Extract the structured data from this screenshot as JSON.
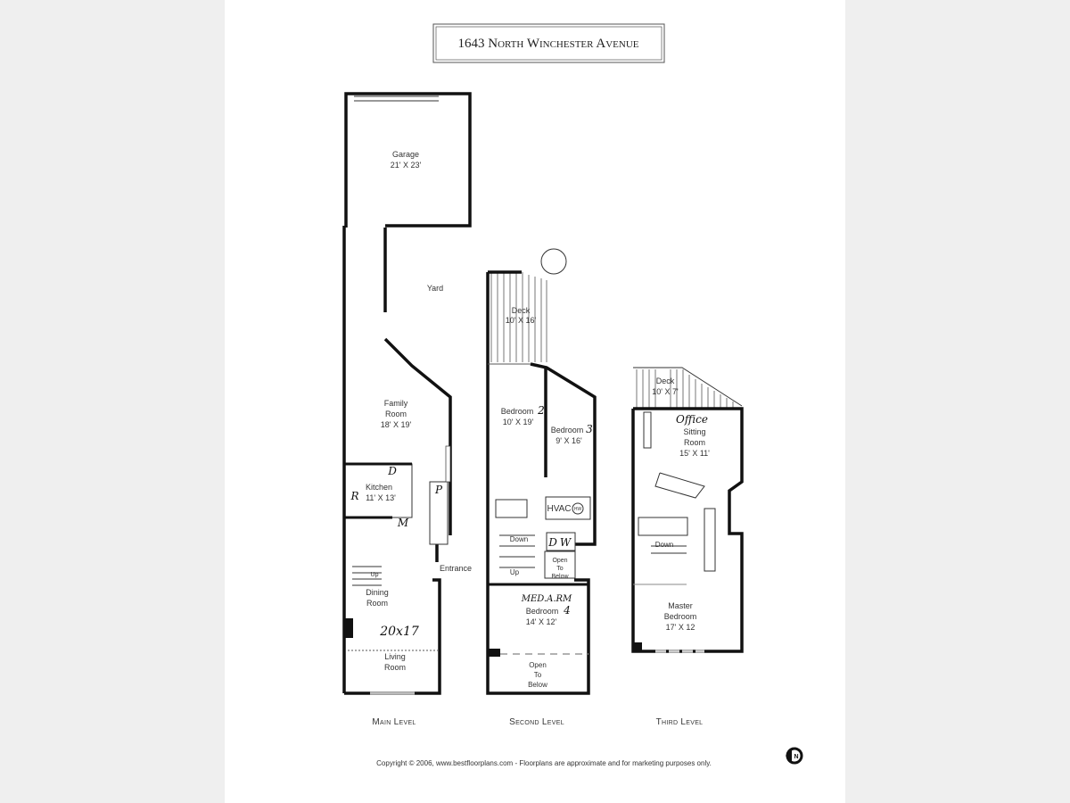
{
  "title": "1643 North Winchester Avenue",
  "main_level": {
    "label": "Main Level",
    "rooms": {
      "garage": {
        "name": "Garage",
        "size": "21' X 23'"
      },
      "yard": {
        "name": "Yard"
      },
      "family_room": {
        "name1": "Family",
        "name2": "Room",
        "size": "18' X 19'"
      },
      "kitchen": {
        "name": "Kitchen",
        "size": "11' X 13'"
      },
      "entrance": {
        "name": "Entrance"
      },
      "dining_room": {
        "name1": "Dining",
        "name2": "Room"
      },
      "living_room": {
        "name1": "Living",
        "name2": "Room"
      },
      "stairs_up": "Up"
    },
    "handwritten": {
      "combined_size": "20x17",
      "kitchen_r": "R",
      "kitchen_d": "D",
      "kitchen_m": "M",
      "pantry_p": "P"
    }
  },
  "second_level": {
    "label": "Second Level",
    "rooms": {
      "deck": {
        "name": "Deck",
        "size": "10' X 16'"
      },
      "bedroom2": {
        "name": "Bedroom",
        "size": "10' X 19'"
      },
      "bedroom3": {
        "name": "Bedroom",
        "size": "9' X 16'"
      },
      "hvac": "HVAC",
      "hw": "HW",
      "down": "Down",
      "up": "Up",
      "open_to_below_1": {
        "l1": "Open",
        "l2": "To",
        "l3": "Below"
      },
      "bedroom4": {
        "name": "Bedroom",
        "size": "14' X 12'"
      },
      "open_to_below_2": {
        "l1": "Open",
        "l2": "To",
        "l3": "Below"
      }
    },
    "handwritten": {
      "bedroom2_num": "2",
      "bedroom3_num": "3",
      "bedroom4_num": "4",
      "bedroom4_note": "MED.A.RM",
      "dw_d": "D",
      "dw_w": "W"
    }
  },
  "third_level": {
    "label": "Third Level",
    "rooms": {
      "deck": {
        "name": "Deck",
        "size": "10' X 7'"
      },
      "sitting_room": {
        "name1": "Sitting",
        "name2": "Room",
        "size": "15' X 11'"
      },
      "down": "Down",
      "master_bedroom": {
        "name1": "Master",
        "name2": "Bedroom",
        "size": "17' X 12"
      }
    },
    "handwritten": {
      "sitting_note": "Office"
    }
  },
  "footer": {
    "copyright": "Copyright © 2006, www.bestfloorplans.com - Floorplans are approximate and for marketing purposes only.",
    "compass_letter": "N"
  }
}
